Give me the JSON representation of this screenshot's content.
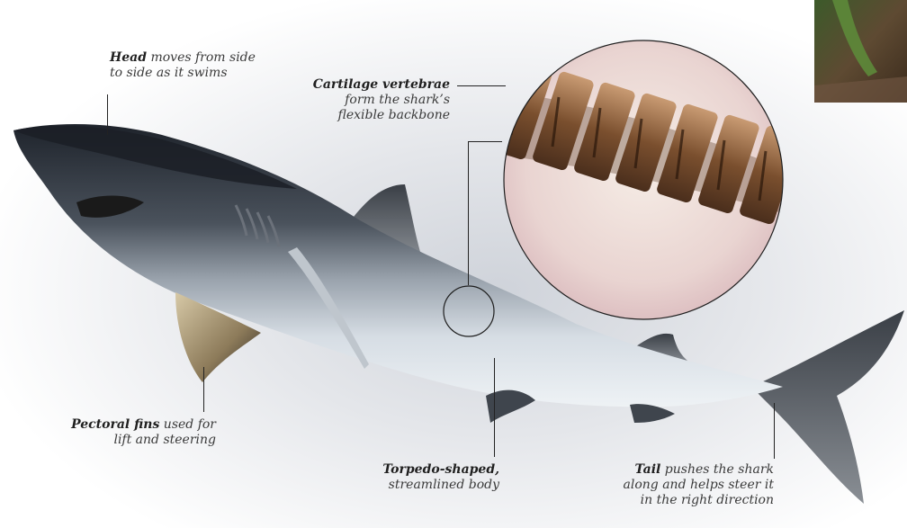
{
  "callouts": {
    "head": {
      "term": "Head",
      "text_1": "moves from side",
      "text_2": "to side as it swims"
    },
    "vertebrae": {
      "term": "Cartilage vertebrae",
      "text_2": "form the shark’s",
      "text_3": "flexible backbone"
    },
    "pectoral": {
      "term": "Pectoral fins",
      "text_1": "used for",
      "text_2": "lift and steering"
    },
    "body": {
      "term": "Torpedo-shaped,",
      "text_2": "streamlined body"
    },
    "tail": {
      "term": "Tail",
      "text_1": "pushes the shark",
      "text_2": "along and helps steer it",
      "text_3": "in the right direction"
    }
  },
  "colors": {
    "shark_back": "#2b3038",
    "shark_belly": "#dde3ea",
    "vertebra": "#8a5a36",
    "magnifier_bg": "#f2ece8"
  },
  "icons": {
    "corner_photo": "forest-photo-icon",
    "magnifier": "magnifier-circle-icon"
  }
}
